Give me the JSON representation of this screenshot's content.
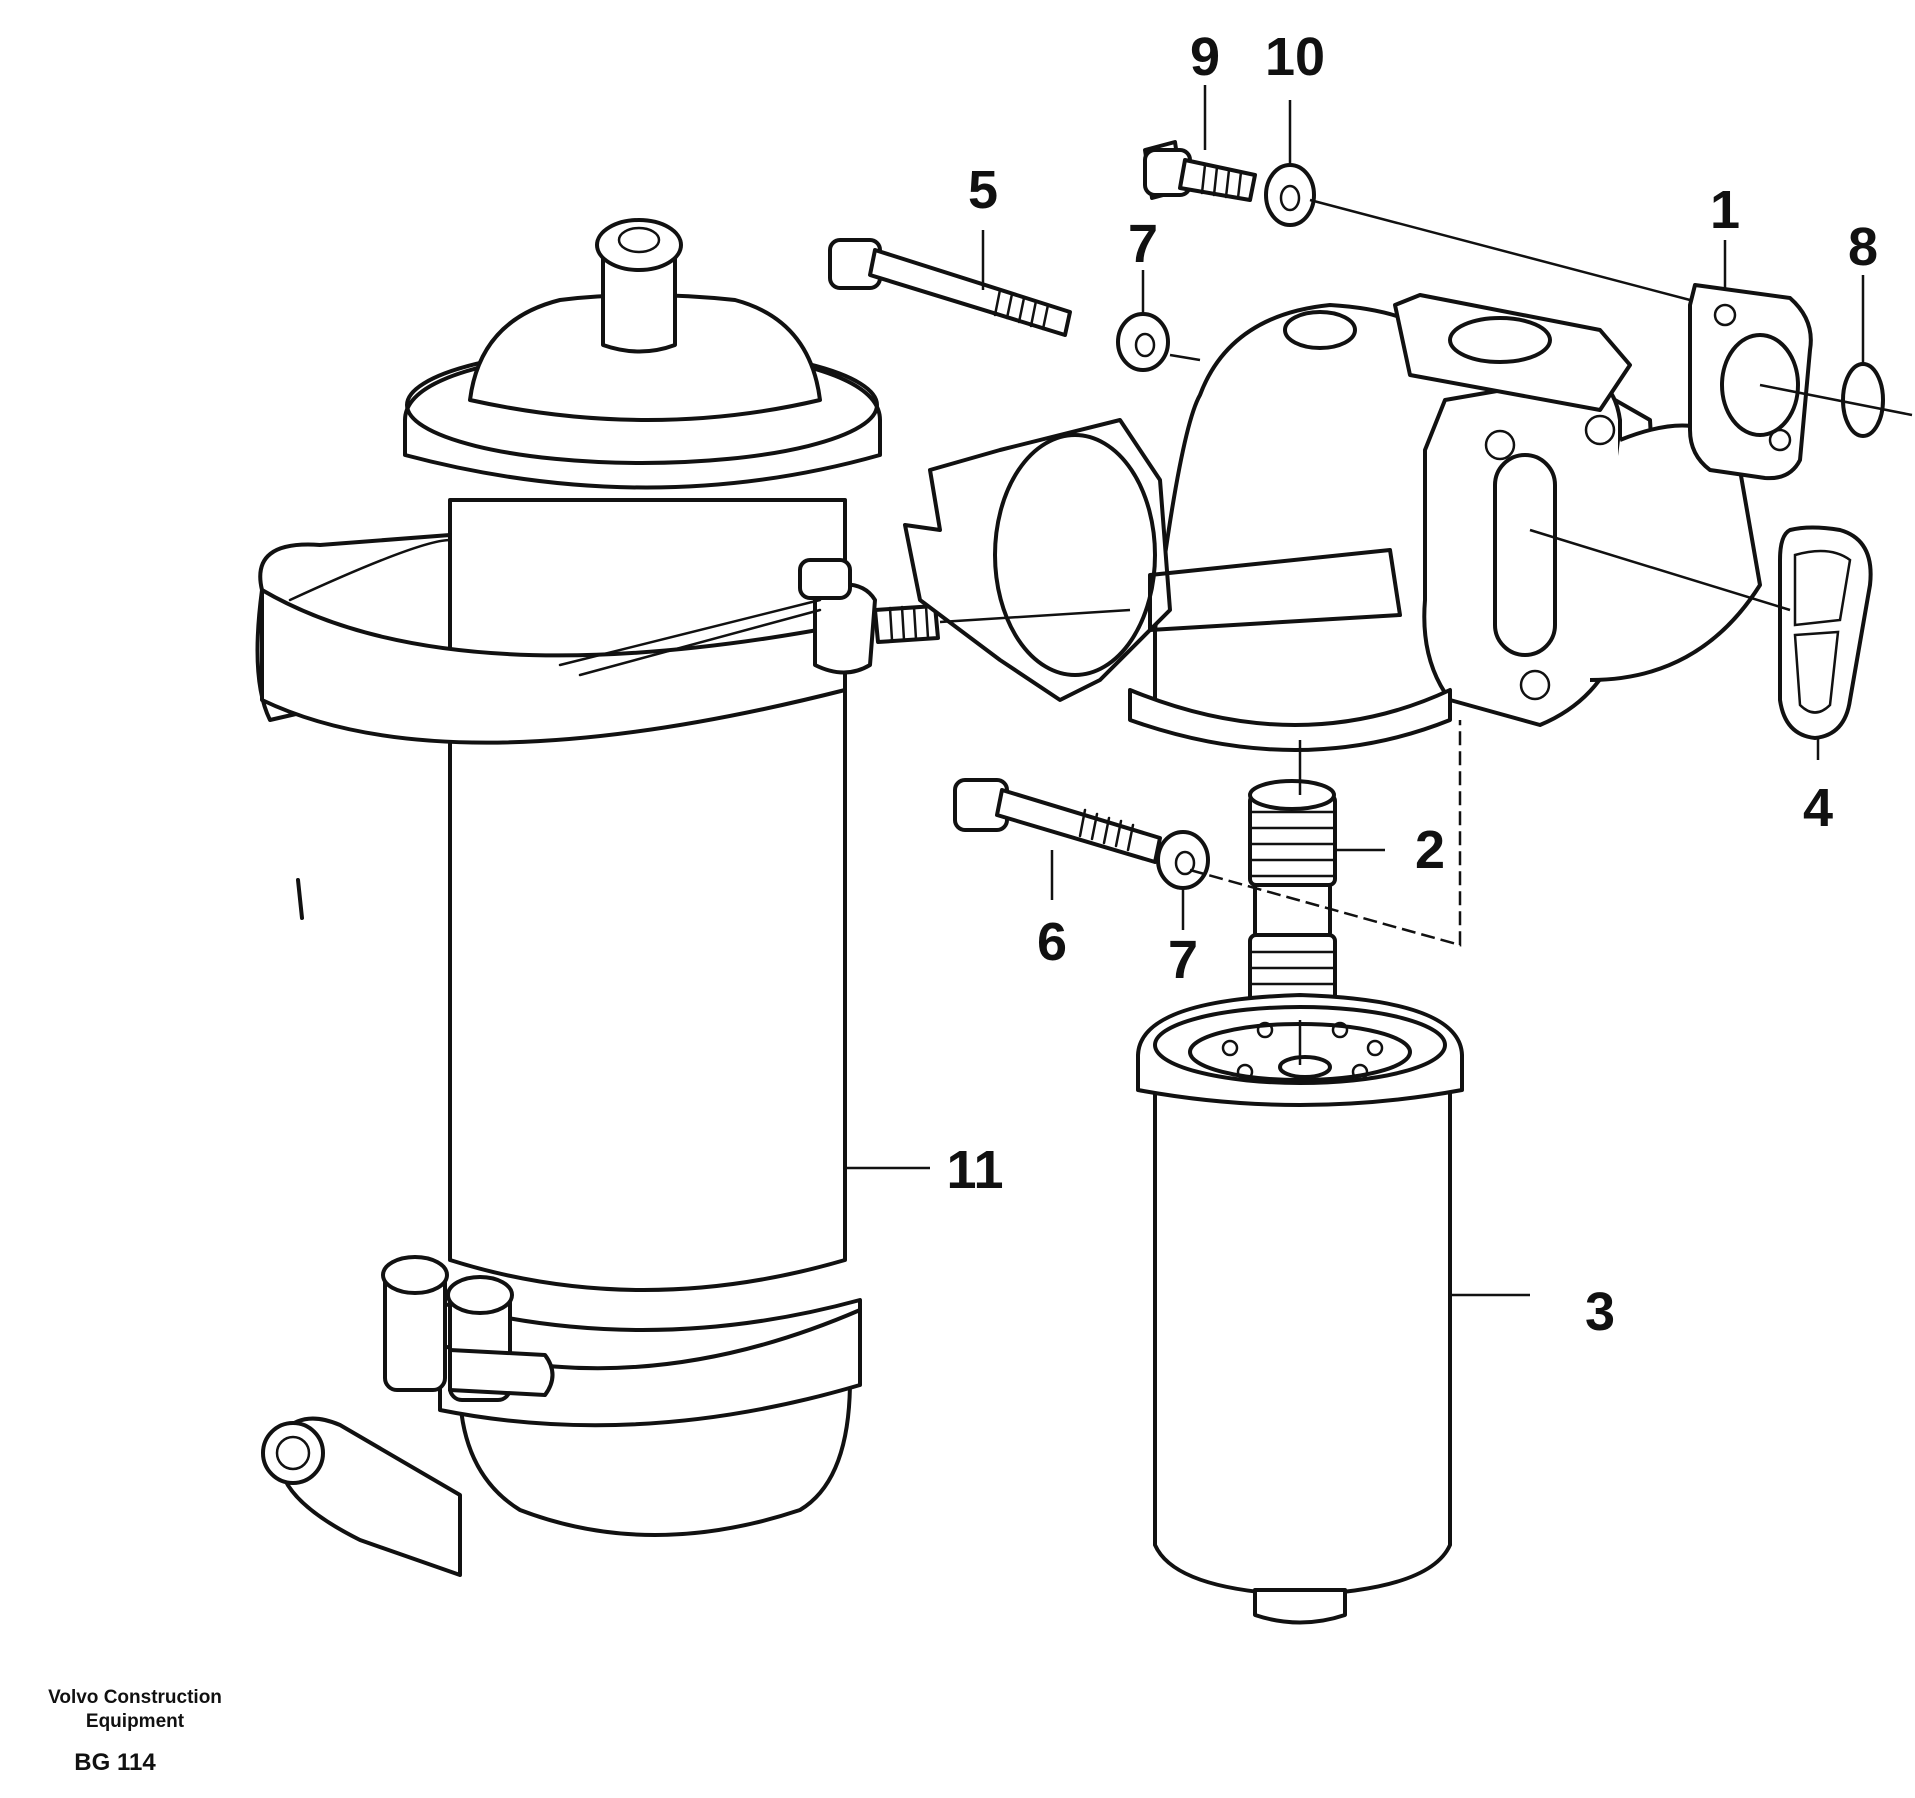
{
  "diagram": {
    "callouts": [
      {
        "id": "1",
        "label": "1"
      },
      {
        "id": "2",
        "label": "2"
      },
      {
        "id": "3",
        "label": "3"
      },
      {
        "id": "4",
        "label": "4"
      },
      {
        "id": "5",
        "label": "5"
      },
      {
        "id": "6",
        "label": "6"
      },
      {
        "id": "7a",
        "label": "7"
      },
      {
        "id": "7b",
        "label": "7"
      },
      {
        "id": "8",
        "label": "8"
      },
      {
        "id": "9",
        "label": "9"
      },
      {
        "id": "10",
        "label": "10"
      },
      {
        "id": "11",
        "label": "11"
      }
    ]
  },
  "footer": {
    "brand_line1": "Volvo Construction",
    "brand_line2": "Equipment",
    "code": "BG 114"
  }
}
